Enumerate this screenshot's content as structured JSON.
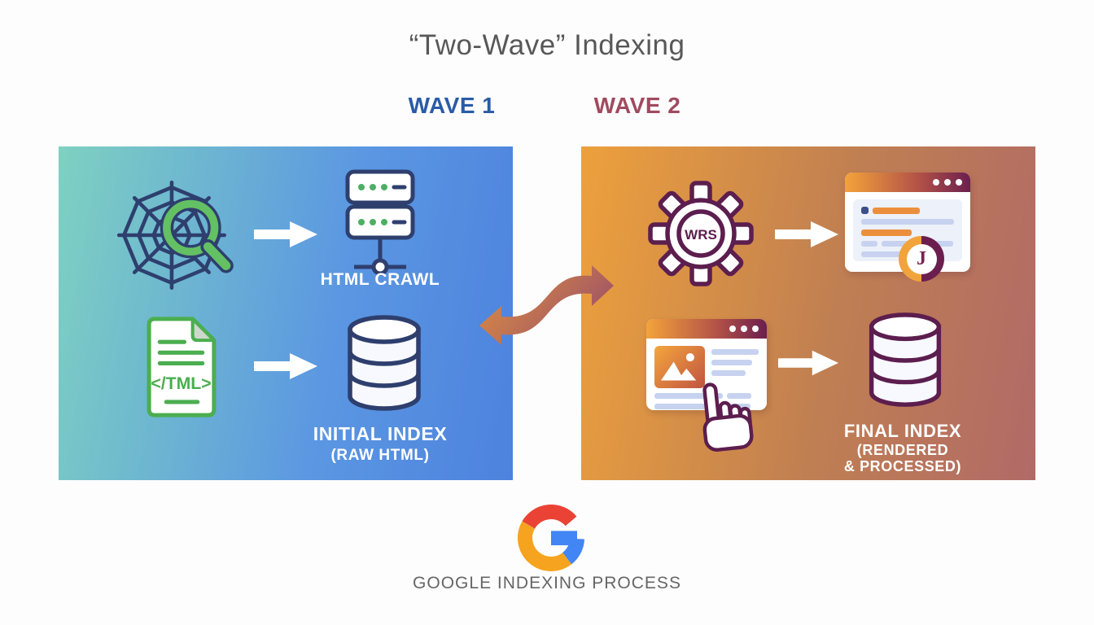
{
  "title": "“Two-Wave” Indexing",
  "waves": {
    "wave1": {
      "label": "WAVE 1",
      "color": "#2a5ba7",
      "panel_gradient": [
        "#7ed1c1",
        "#4d82de"
      ],
      "crawl_label": "HTML CRAWL",
      "doc_code": "</TML>",
      "index_label": "INITIAL INDEX",
      "index_sublabel": "(RAW HTML)"
    },
    "wave2": {
      "label": "WAVE 2",
      "color": "#a04a5e",
      "panel_gradient": [
        "#eda03c",
        "#b16a67"
      ],
      "gear_label": "WRS",
      "js_badge": "J",
      "index_label": "FINAL INDEX",
      "index_sublabel_line1": "(RENDERED",
      "index_sublabel_line2": "& PROCESSED)"
    }
  },
  "icons": {
    "wave1_step1": "spider-web-magnifier-icon",
    "wave1_step1_target": "server-icon",
    "wave1_step2": "html-document-icon",
    "wave1_step2_target": "database-icon",
    "wave2_step1": "gear-wrs-icon",
    "wave2_step1_target": "rendered-page-js-icon",
    "wave2_step2": "page-click-hand-icon",
    "wave2_step2_target": "database-icon",
    "footer_logo": "google-g-logo"
  },
  "footer": {
    "caption": "GOOGLE INDEXING PROCESS"
  }
}
